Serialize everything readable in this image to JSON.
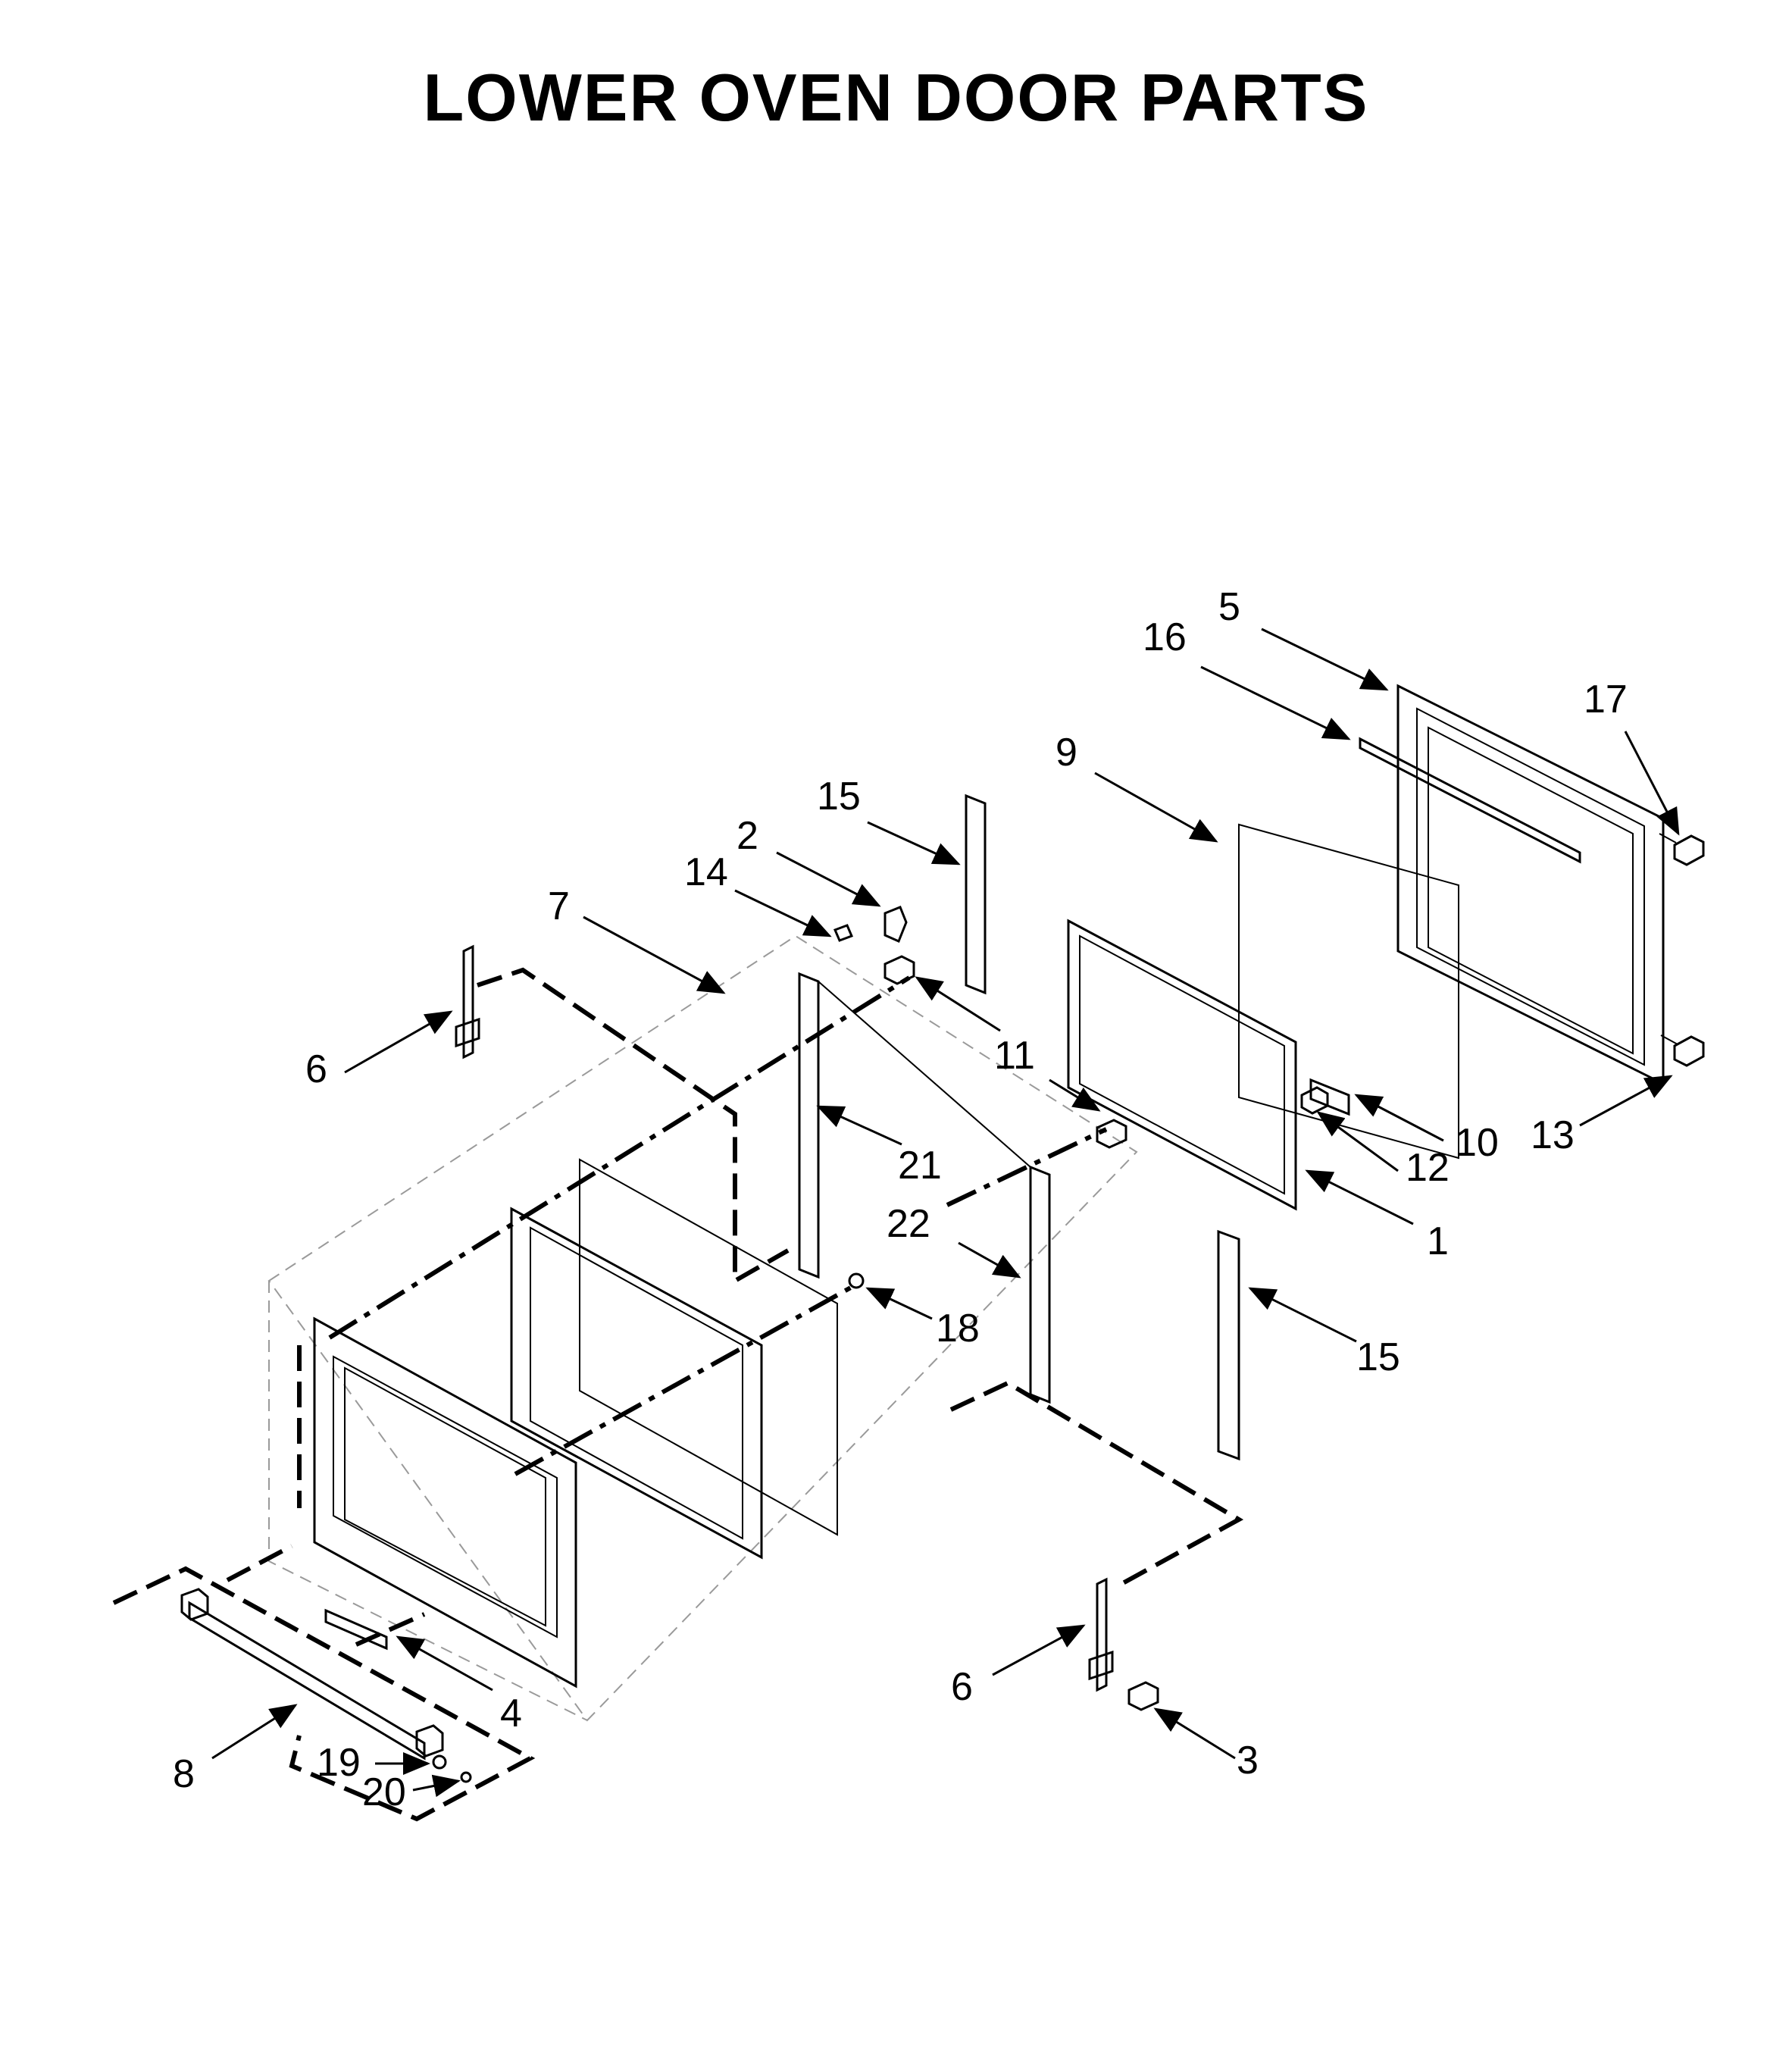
{
  "title": "LOWER OVEN DOOR PARTS",
  "callouts": {
    "p1": "1",
    "p2": "2",
    "p3": "3",
    "p4": "4",
    "p5": "5",
    "p6_left": "6",
    "p6_right": "6",
    "p7": "7",
    "p8": "8",
    "p9": "9",
    "p10": "10",
    "p11": "11",
    "p12": "12",
    "p13": "13",
    "p14": "14",
    "p15_top": "15",
    "p15_bottom": "15",
    "p16": "16",
    "p17": "17",
    "p18": "18",
    "p19": "19",
    "p20": "20",
    "p21": "21",
    "p22": "22"
  }
}
